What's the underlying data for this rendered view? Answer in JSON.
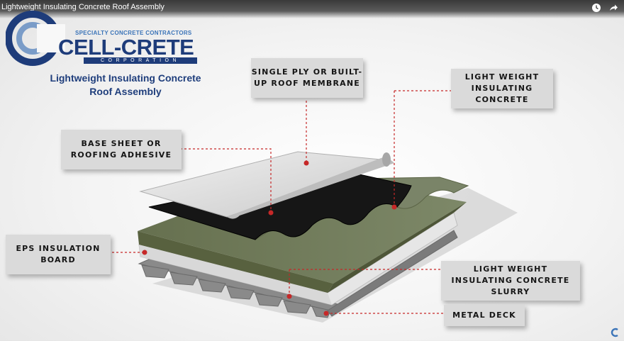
{
  "video": {
    "title": "Lightweight Insulating Concrete Roof Assembly",
    "icons": [
      "clock-icon",
      "share-icon"
    ]
  },
  "logo": {
    "tagline": "SPECIALTY CONCRETE CONTRACTORS",
    "name": "CELL-CRETE",
    "corporation": "CORPORATION",
    "colors": {
      "navy": "#1e3c7a",
      "blue": "#3b74b8"
    }
  },
  "subtitle": {
    "line1": "Lightweight Insulating Concrete",
    "line2": "Roof Assembly"
  },
  "labels": {
    "membrane": "SINGLE PLY OR BUILT-UP ROOF MEMBRANE",
    "lic": "LIGHT WEIGHT INSULATING CONCRETE",
    "base_sheet": "BASE SHEET OR ROOFING ADHESIVE",
    "eps": "EPS INSULATION BOARD",
    "slurry": "LIGHT WEIGHT INSULATING CONCRETE SLURRY",
    "metal_deck": "METAL DECK"
  },
  "colors": {
    "leader_line": "#c62828",
    "concrete": "#6f7a5e",
    "membrane": "#e2e2e2",
    "base_sheet": "#161616",
    "eps": "#e6e6e6",
    "deck": "#8a8a8a",
    "label_bg": "#dadada"
  }
}
